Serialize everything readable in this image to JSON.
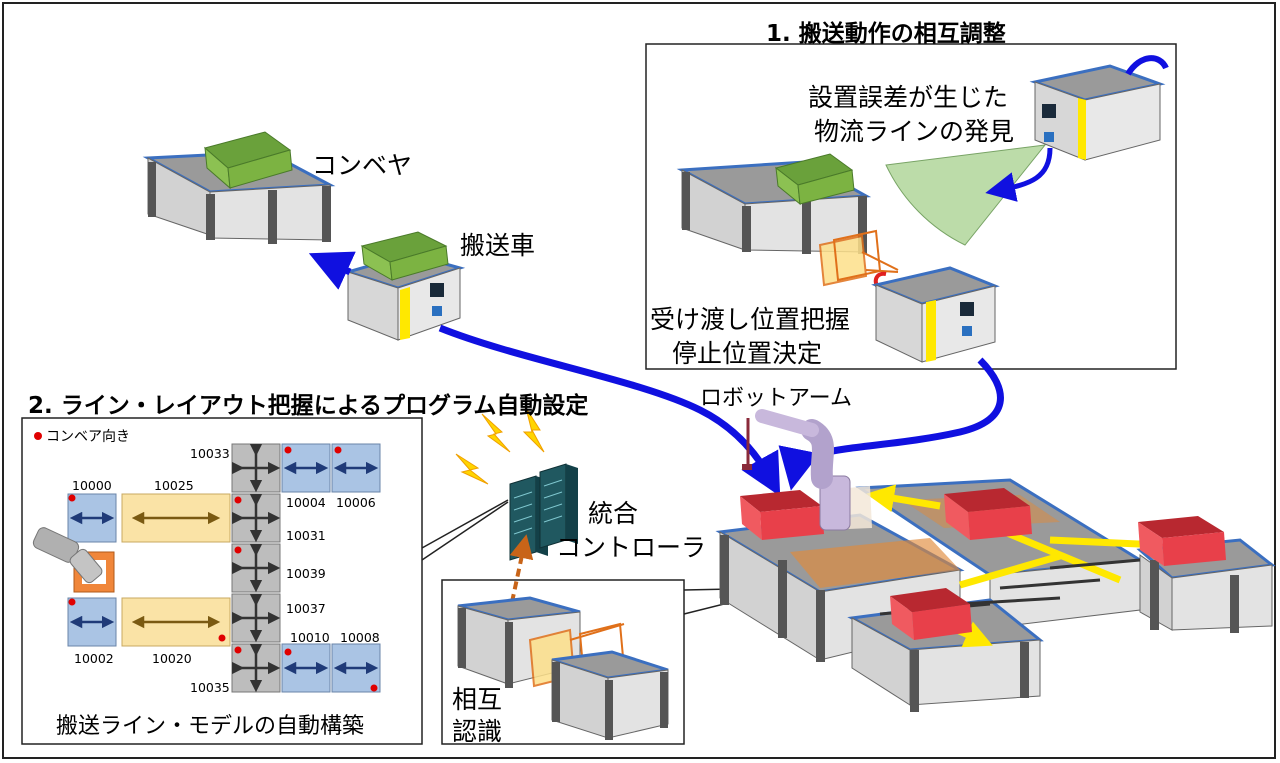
{
  "sections": {
    "section1_title": "1. 搬送動作の相互調整",
    "section2_title": "2. ライン・レイアウト把握によるプログラム自動設定"
  },
  "labels": {
    "conveyor": "コンベヤ",
    "transport_vehicle": "搬送車",
    "robot_arm": "ロボットアーム",
    "controller_line1": "統合",
    "controller_line2": "コントローラ",
    "misalign_line1": "設置誤差が生じた",
    "misalign_line2": "物流ラインの発見",
    "handover_line1": "受け渡し位置把握",
    "handover_line2": "停止位置決定",
    "mutual_line1": "相互",
    "mutual_line2": "認識"
  },
  "layout_model": {
    "legend": "コンベア向き",
    "caption": "搬送ライン・モデルの自動構築",
    "ids": [
      "10033",
      "10000",
      "10025",
      "10004",
      "10006",
      "10031",
      "10039",
      "10037",
      "10002",
      "10020",
      "10010",
      "10008",
      "10035"
    ]
  },
  "colors": {
    "blue_arrow": "#1010e0",
    "dashed_arrow": "#c86418",
    "red_bin": "#e8404a",
    "green_bin": "#7cb342",
    "yellow_track": "#ffe800",
    "cell_blue": "#aac4e4",
    "cell_yellow": "#fae3a6",
    "cell_gray": "#bdbdbd",
    "dot_red": "#e00000"
  }
}
